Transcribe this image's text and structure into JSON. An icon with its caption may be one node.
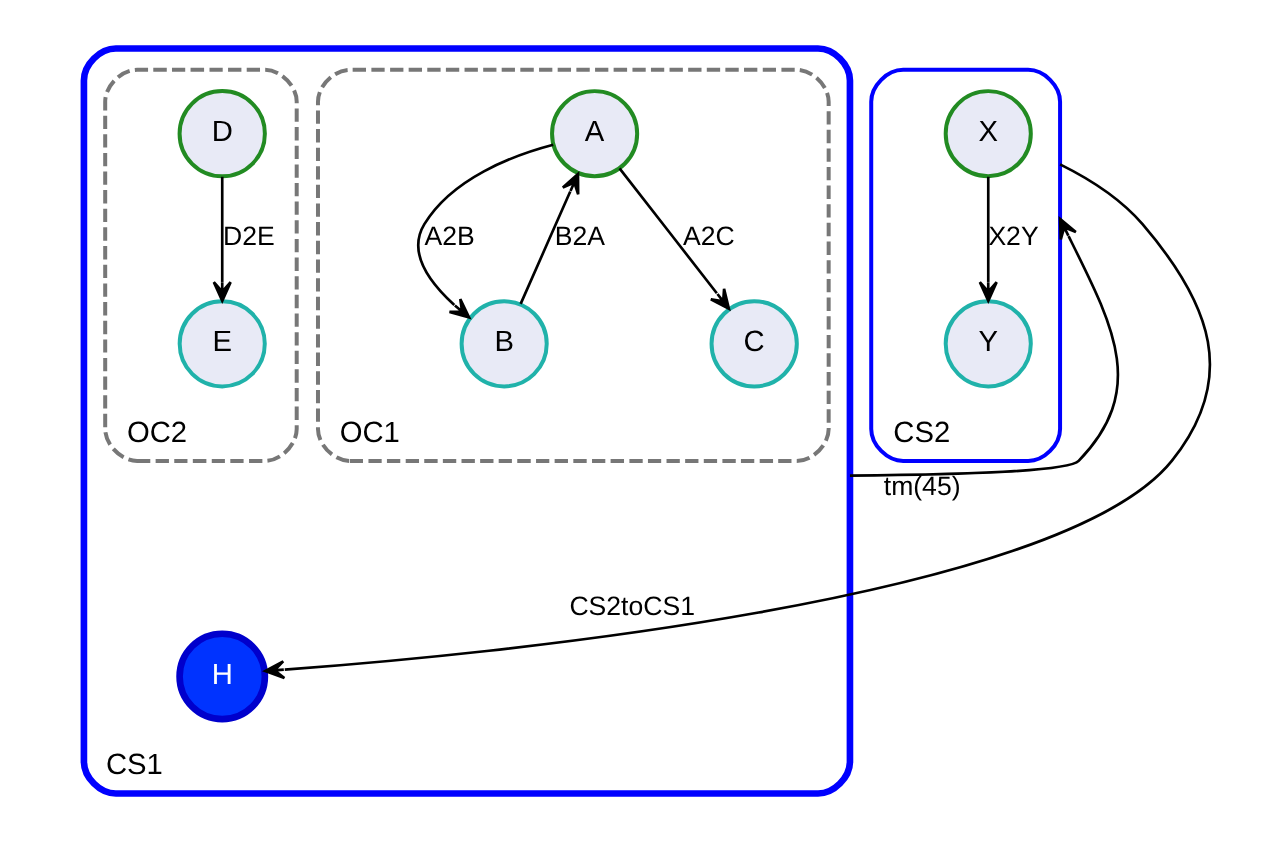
{
  "diagram": {
    "nodes": [
      {
        "text": [
          "CS1"
        ]
      },
      {
        "text": [
          "OC1"
        ],
        "in": 0
      },
      {
        "text": [
          "A"
        ],
        "in": 1
      },
      {
        "text": [
          "B"
        ],
        "in": 1
      },
      {
        "text": [
          "C"
        ],
        "in": 1
      },
      {
        "text": [
          "OC2"
        ],
        "in": 0
      },
      {
        "text": [
          "D"
        ],
        "in": 5
      },
      {
        "text": [
          "E"
        ],
        "in": 5
      },
      {
        "text": [
          "H"
        ],
        "in": 0
      },
      {
        "text": [
          "CS2"
        ]
      },
      {
        "text": [
          "X"
        ],
        "in": 9
      },
      {
        "text": [
          "Y"
        ],
        "in": 9
      }
    ],
    "edges": [
      {
        "from": 2,
        "to": 3,
        "arrow": "to",
        "label": "A2B"
      },
      {
        "from": 3,
        "to": 2,
        "arrow": "to",
        "label": "B2A"
      },
      {
        "from": 2,
        "to": 4,
        "arrow": "to",
        "label": "A2C"
      },
      {
        "from": 6,
        "to": 7,
        "arrow": "to",
        "label": "D2E"
      },
      {
        "from": 10,
        "to": 11,
        "arrow": "to",
        "label": "X2Y"
      },
      {
        "from": 0,
        "to": 9,
        "arrow": "to",
        "label": "tm(45)"
      },
      {
        "from": 9,
        "to": 8,
        "arrow": "to",
        "label": "CS2toCS1"
      }
    ]
  }
}
